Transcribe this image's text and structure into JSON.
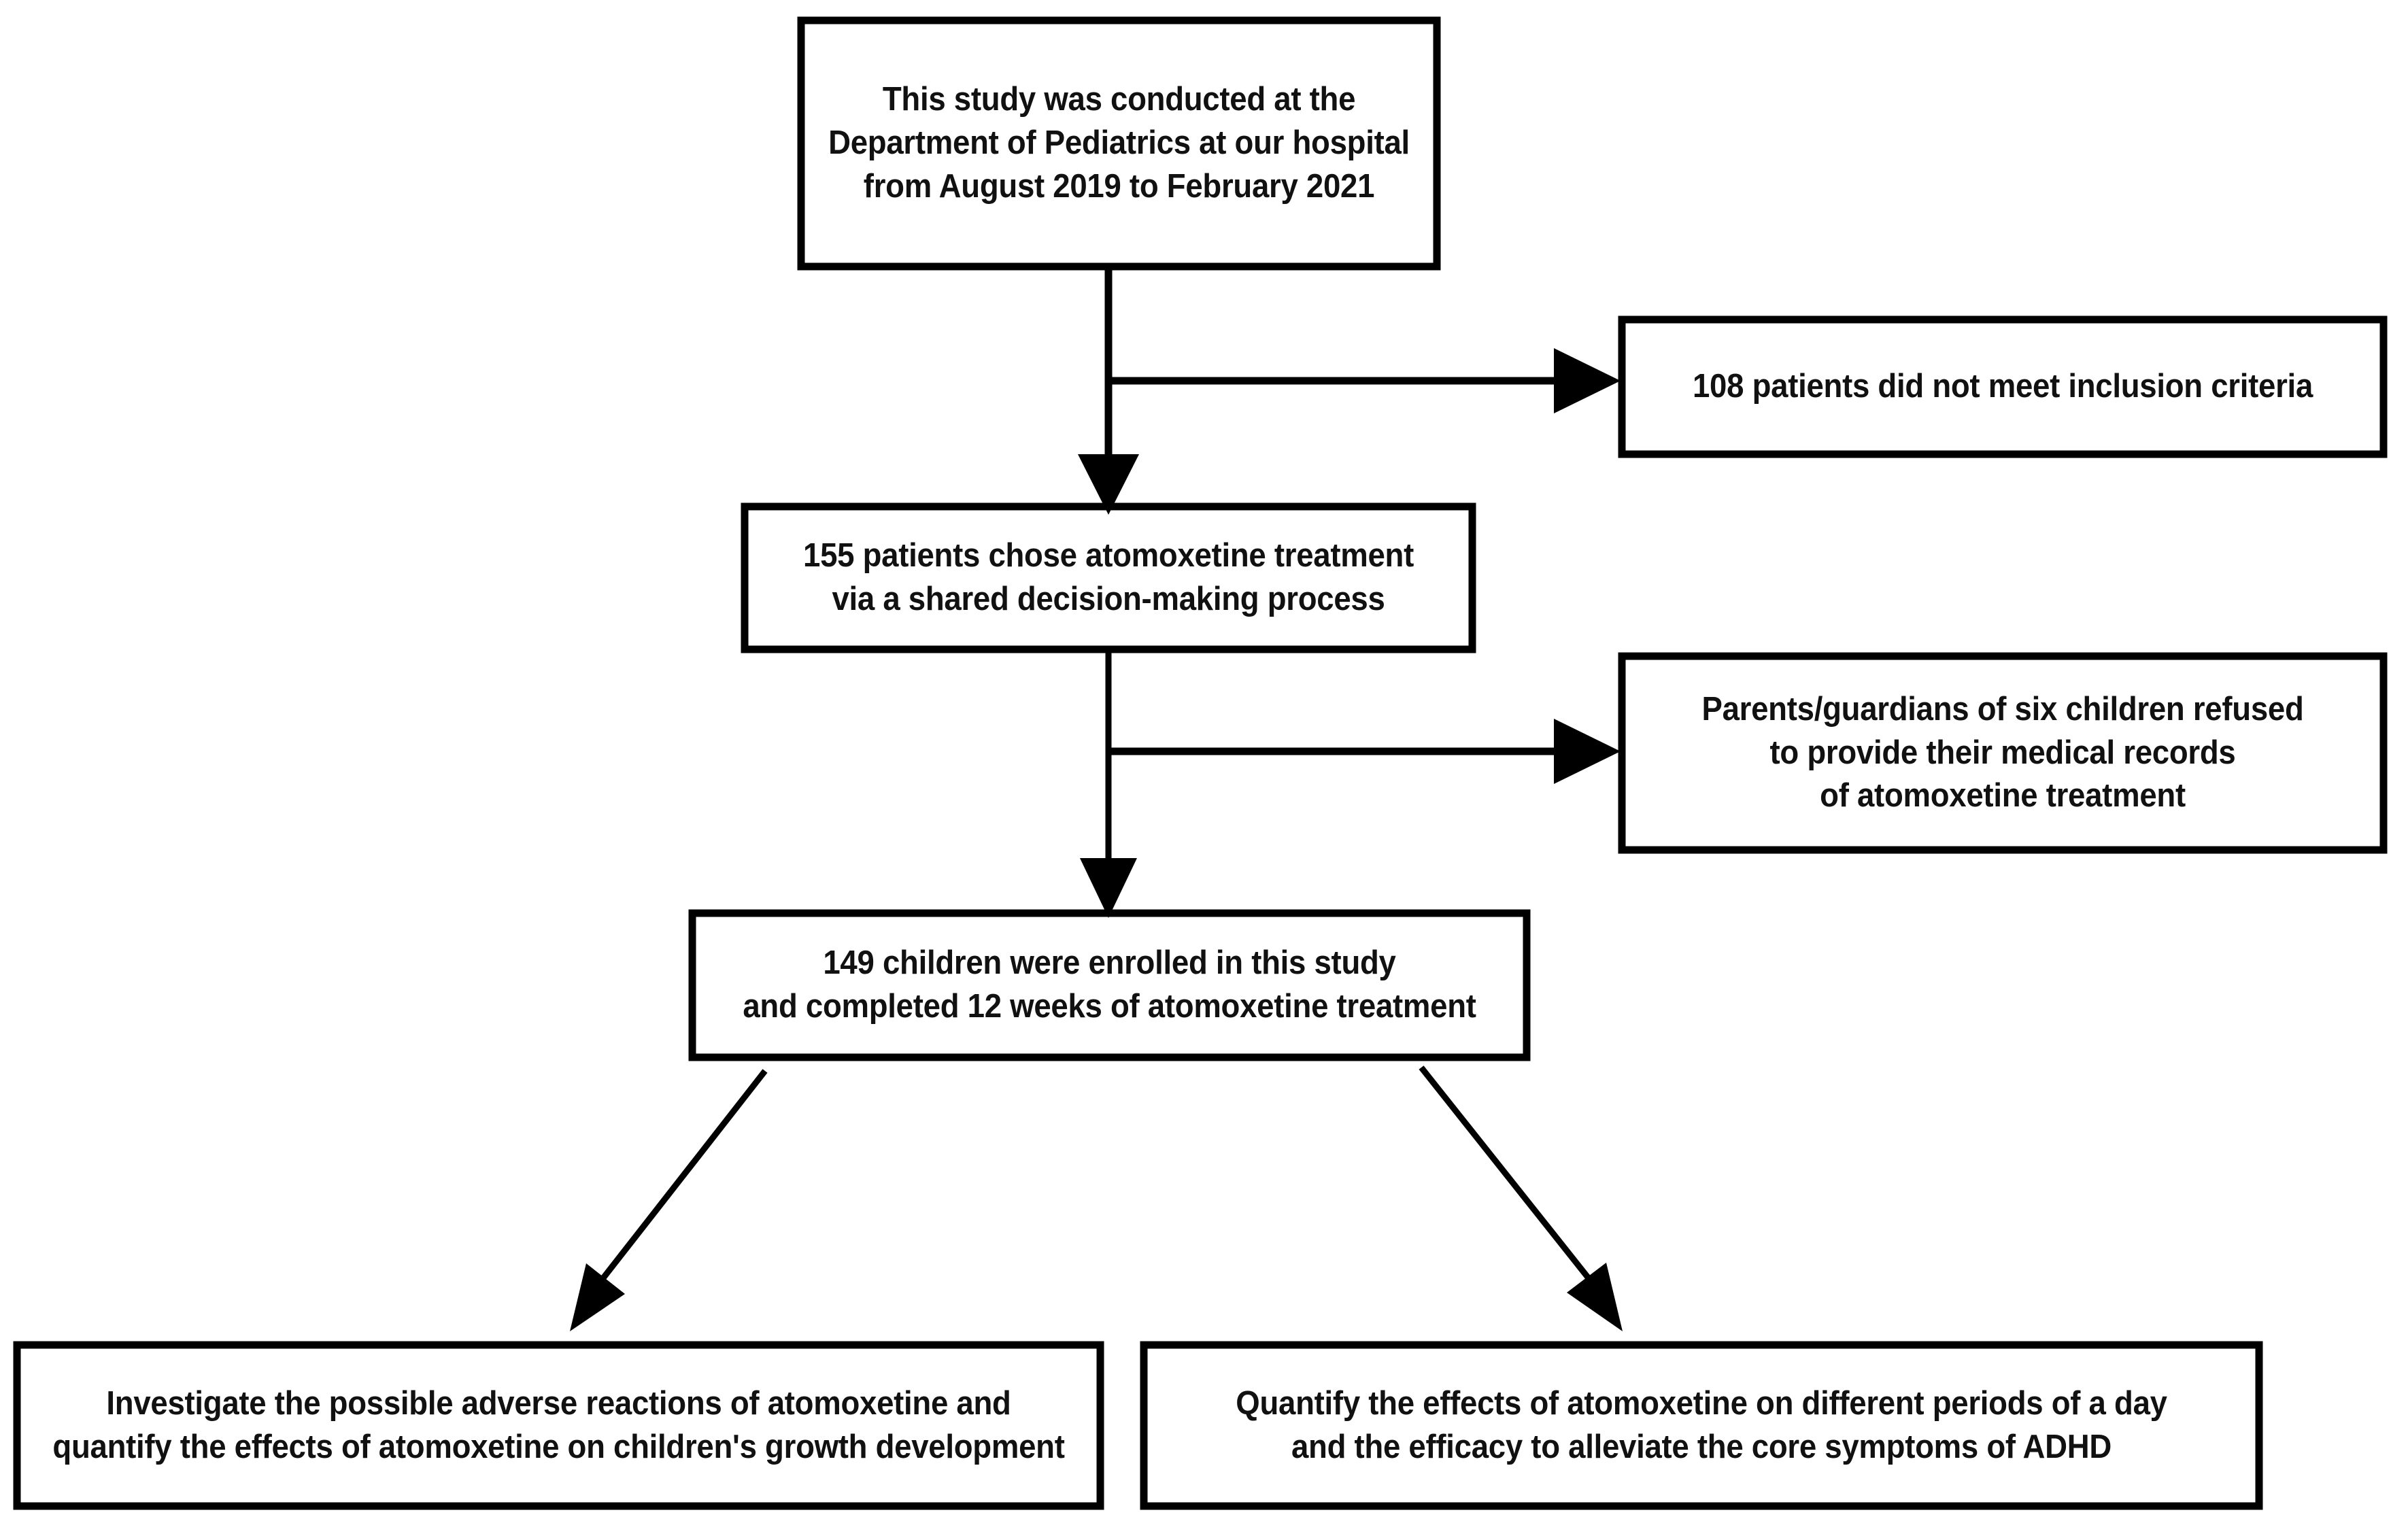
{
  "diagram": {
    "type": "flowchart",
    "title": "Study enrollment flow diagram",
    "background_color": "#ffffff",
    "line_color": "#000000",
    "text_color": "#111111",
    "nodes": [
      {
        "id": "study-setting",
        "role": "primary",
        "lines": [
          "This study was conducted at the",
          "Department of Pediatrics at our hospital",
          "from August 2019 to February 2021"
        ]
      },
      {
        "id": "excluded-inclusion-criteria",
        "role": "exclusion",
        "lines": [
          "108 patients did not meet inclusion criteria"
        ]
      },
      {
        "id": "chose-atomoxetine",
        "role": "primary",
        "lines": [
          "155 patients chose atomoxetine treatment",
          "via a shared decision-making process"
        ]
      },
      {
        "id": "excluded-refused-records",
        "role": "exclusion",
        "lines": [
          "Parents/guardians of six children refused",
          "to provide their medical records",
          "of atomoxetine treatment"
        ]
      },
      {
        "id": "enrolled-children",
        "role": "primary",
        "lines": [
          "149 children were enrolled in this study",
          "and completed 12 weeks of atomoxetine treatment"
        ]
      },
      {
        "id": "outcome-adverse-growth",
        "role": "outcome",
        "lines": [
          "Investigate the possible adverse reactions of atomoxetine and",
          "quantify the effects of atomoxetine on children's growth development"
        ]
      },
      {
        "id": "outcome-periods-efficacy",
        "role": "outcome",
        "lines": [
          "Quantify the effects of atomoxetine on different periods of a day",
          "and the efficacy to alleviate the core symptoms of ADHD"
        ]
      }
    ],
    "edges": [
      {
        "id": "edge-setting-to-chose",
        "from": "study-setting",
        "to": "chose-atomoxetine",
        "direction": "down"
      },
      {
        "id": "edge-setting-to-excluded",
        "from": "study-setting",
        "to": "excluded-inclusion-criteria",
        "direction": "right"
      },
      {
        "id": "edge-chose-to-enrolled",
        "from": "chose-atomoxetine",
        "to": "enrolled-children",
        "direction": "down"
      },
      {
        "id": "edge-chose-to-refused",
        "from": "chose-atomoxetine",
        "to": "excluded-refused-records",
        "direction": "right"
      },
      {
        "id": "edge-enrolled-to-outcome-left",
        "from": "enrolled-children",
        "to": "outcome-adverse-growth",
        "direction": "down-left"
      },
      {
        "id": "edge-enrolled-to-outcome-right",
        "from": "enrolled-children",
        "to": "outcome-periods-efficacy",
        "direction": "down-right"
      }
    ]
  }
}
